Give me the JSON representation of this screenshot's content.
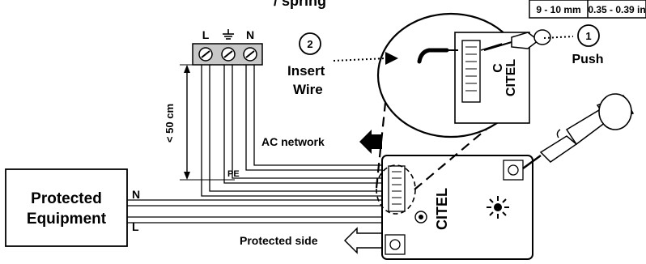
{
  "header": {
    "title_fragment": "/ spring",
    "spec_table": {
      "mm": "9 - 10 mm",
      "inch": "0.35 - 0.39 in"
    }
  },
  "terminal_block": {
    "live": "L",
    "earth_symbol": "⏚",
    "neutral": "N"
  },
  "length_limit": "< 50 cm",
  "steps": [
    {
      "number": "1",
      "label": "Push"
    },
    {
      "number": "2",
      "label_line1": "Insert",
      "label_line2": "Wire"
    }
  ],
  "brand": "CITEL",
  "brand_short": "C",
  "labels": {
    "ac_network": "AC network",
    "protected_side": "Protected side",
    "pe": "PE",
    "neutral_wire": "N",
    "live_wire": "L",
    "equipment_line1": "Protected",
    "equipment_line2": "Equipment"
  }
}
